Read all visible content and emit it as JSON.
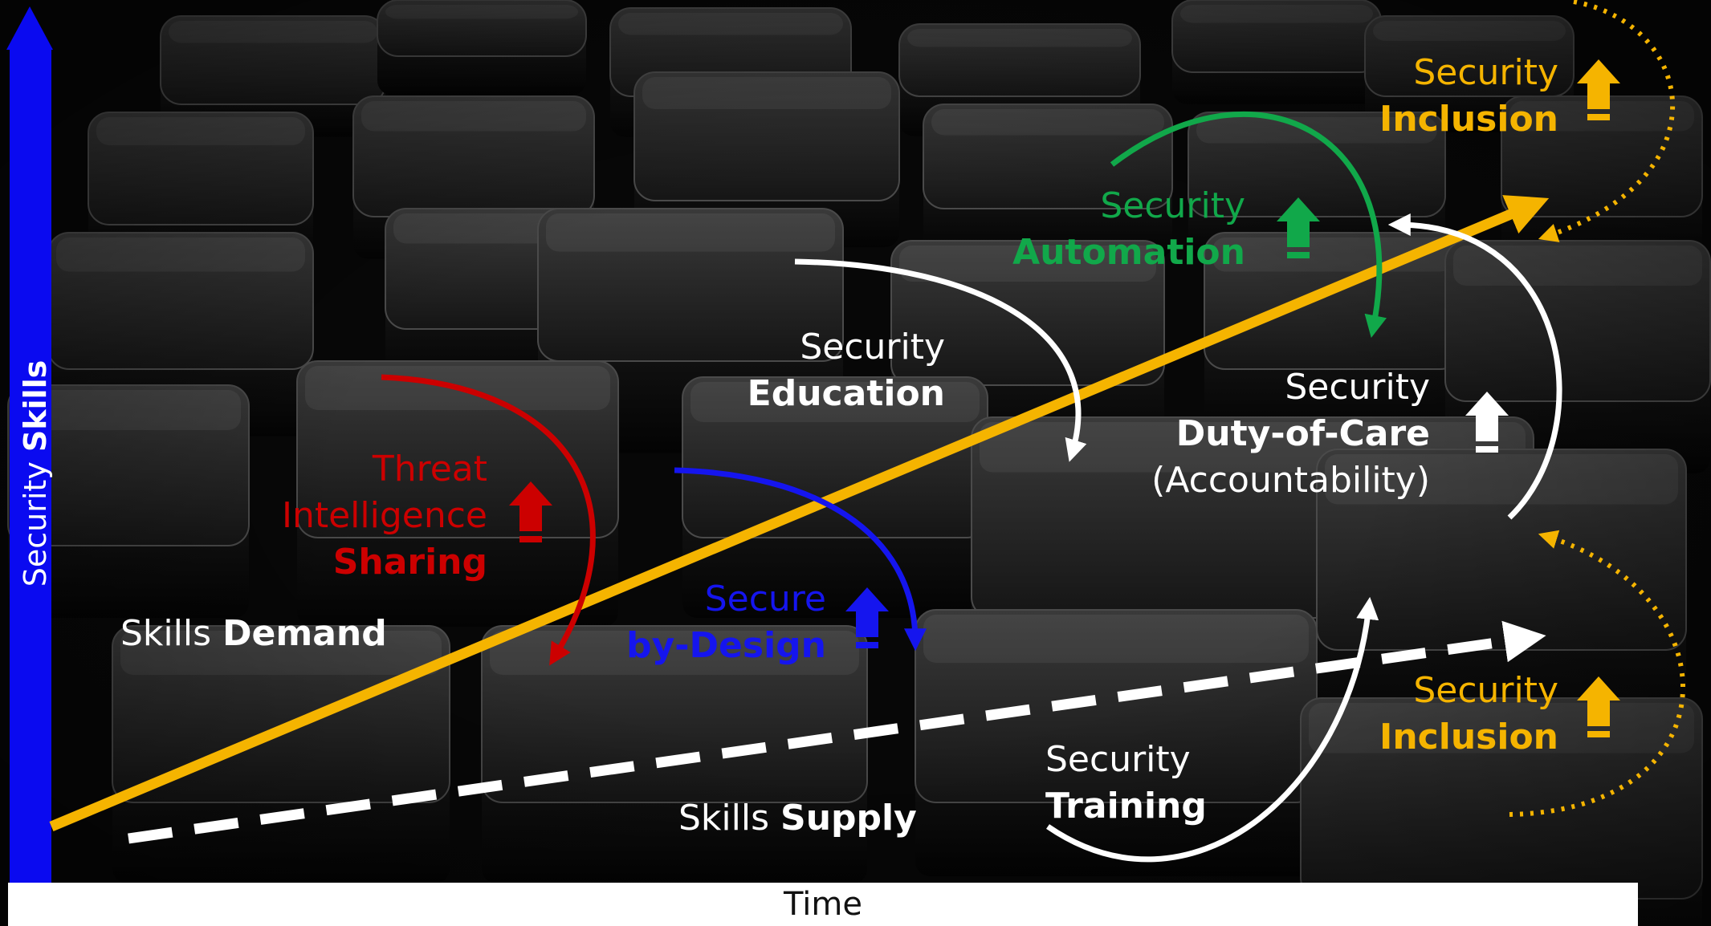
{
  "axes": {
    "y_label_light": "Security ",
    "y_label_bold": "Skills",
    "x_label": "Time"
  },
  "colors": {
    "y_axis": "#0a0af0",
    "demand_line": "#f5b400",
    "threat": "#cc0000",
    "secure_design": "#1515ee",
    "automation": "#11a84a",
    "inclusion": "#f5b400",
    "white": "#ffffff"
  },
  "lines": {
    "demand": {
      "light": "Skills ",
      "bold": "Demand"
    },
    "supply": {
      "light": "Skills ",
      "bold": "Supply"
    }
  },
  "labels": {
    "threat": {
      "line1": "Threat",
      "line2": "Intelligence",
      "line3": "Sharing"
    },
    "secure_design": {
      "line1": "Secure",
      "line2": "by-Design"
    },
    "education": {
      "line1": "Security",
      "line2": "Education"
    },
    "automation": {
      "line1": "Security",
      "line2": "Automation"
    },
    "duty": {
      "line1": "Security",
      "line2": "Duty-of-Care",
      "line3": "(Accountability)"
    },
    "training": {
      "line1": "Security",
      "line2": "Training"
    },
    "inclusion_top": {
      "line1": "Security",
      "line2": "Inclusion"
    },
    "inclusion_bottom": {
      "line1": "Security",
      "line2": "Inclusion"
    }
  },
  "icons": {
    "up_arrow": "up-arrow-icon"
  }
}
